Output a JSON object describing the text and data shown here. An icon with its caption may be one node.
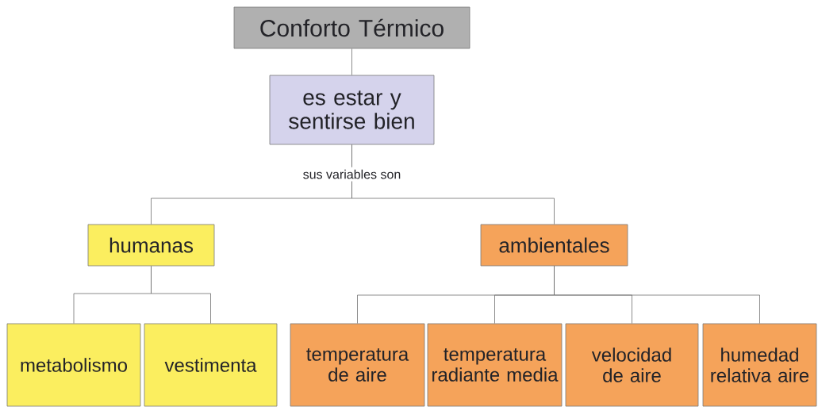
{
  "diagram": {
    "nodes": [
      {
        "text": [
          "Conforto Térmico"
        ]
      },
      {
        "text": [
          "es estar y sentirse bien"
        ]
      },
      {
        "text": [
          "humanas"
        ]
      },
      {
        "text": [
          "ambientales"
        ]
      },
      {
        "text": [
          "metabolismo"
        ]
      },
      {
        "text": [
          "vestimenta"
        ]
      },
      {
        "text": [
          "temperatura de aire"
        ]
      },
      {
        "text": [
          "temperatura radiante media"
        ]
      },
      {
        "text": [
          "velocidad de aire"
        ]
      },
      {
        "text": [
          "humedad relativa aire"
        ]
      }
    ],
    "edges": [
      {
        "from": 0,
        "to": 1,
        "arrow": "none"
      },
      {
        "from": 1,
        "to": 2,
        "arrow": "none",
        "label": "sus variables son"
      },
      {
        "from": 1,
        "to": 3,
        "arrow": "none"
      },
      {
        "from": 2,
        "to": 4,
        "arrow": "none"
      },
      {
        "from": 2,
        "to": 5,
        "arrow": "none"
      },
      {
        "from": 3,
        "to": 6,
        "arrow": "none"
      },
      {
        "from": 3,
        "to": 7,
        "arrow": "none"
      },
      {
        "from": 3,
        "to": 8,
        "arrow": "none"
      },
      {
        "from": 3,
        "to": 9,
        "arrow": "none"
      }
    ]
  }
}
